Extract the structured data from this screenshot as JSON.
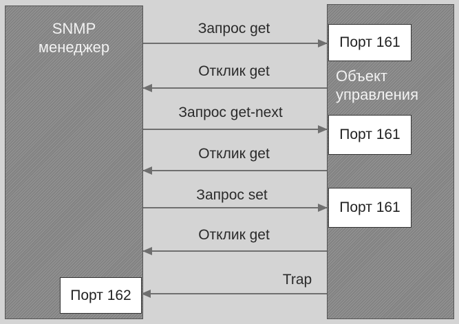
{
  "manager": {
    "title_line1": "SNMP",
    "title_line2": "менеджер",
    "port": "Порт 162"
  },
  "agent": {
    "title_line1": "Объект",
    "title_line2": "управления",
    "ports": [
      "Порт 161",
      "Порт 161",
      "Порт 161"
    ]
  },
  "messages": [
    {
      "label": "Запрос get",
      "direction": "right"
    },
    {
      "label": "Отклик get",
      "direction": "left"
    },
    {
      "label": "Запрос get-next",
      "direction": "right"
    },
    {
      "label": "Отклик get",
      "direction": "left"
    },
    {
      "label": "Запрос set",
      "direction": "right"
    },
    {
      "label": "Отклик get",
      "direction": "left"
    },
    {
      "label": "Trap",
      "direction": "left"
    }
  ],
  "colors": {
    "column": "#8a8a8a",
    "background": "#d4d4d4",
    "arrow": "#6f6f6f",
    "port_box": "#ffffff"
  }
}
